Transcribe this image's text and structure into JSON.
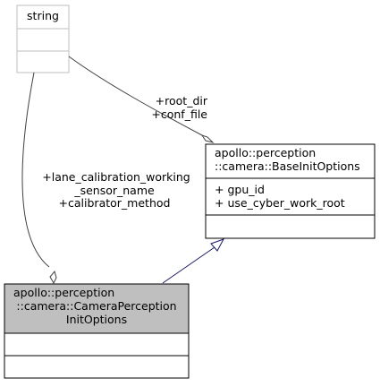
{
  "classes": {
    "string": {
      "name": "string",
      "attributes": [],
      "methods": []
    },
    "base": {
      "name_lines": [
        "apollo::perception",
        "::camera::BaseInitOptions"
      ],
      "attributes": [
        "+ gpu_id",
        "+ use_cyber_work_root"
      ],
      "methods": []
    },
    "derived": {
      "name_lines": [
        "apollo::perception",
        "::camera::CameraPerception",
        "InitOptions"
      ],
      "attributes": [],
      "methods": []
    }
  },
  "relations": {
    "string_to_base": {
      "type": "composition",
      "labels": [
        "+root_dir",
        "+conf_file"
      ]
    },
    "string_to_derived": {
      "type": "composition",
      "labels": [
        "+lane_calibration_working",
        "_sensor_name",
        "+calibrator_method"
      ]
    },
    "derived_to_base": {
      "type": "inheritance",
      "labels": []
    }
  },
  "colors": {
    "string_border": "#bfbfbf",
    "box_border": "#000000",
    "derived_fill": "#bfbfbf",
    "edge_navy": "#191970",
    "edge_black": "#404040"
  }
}
